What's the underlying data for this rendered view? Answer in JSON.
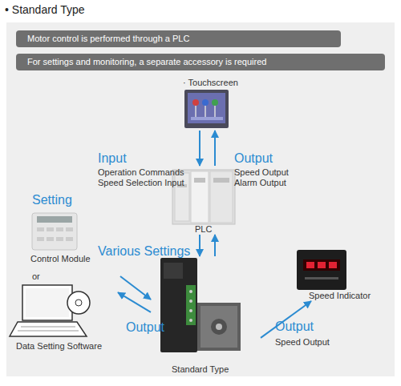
{
  "diagram": {
    "title": "• Standard Type",
    "nodes": [
      {
        "text": [
          "Motor control is performed through a PLC"
        ]
      },
      {
        "text": [
          "For settings and monitoring, a separate accessory is required"
        ]
      },
      {
        "text": [
          "· Touchscreen"
        ]
      },
      {
        "text": [
          "PLC"
        ]
      },
      {
        "text": [
          "Control Module"
        ]
      },
      {
        "text": [
          "Data Setting Software"
        ]
      },
      {
        "text": [
          "Standard Type"
        ]
      },
      {
        "text": [
          "Speed Indicator"
        ]
      }
    ],
    "edges": [
      {
        "from": 2,
        "to": 3,
        "arrow": "to",
        "label": "Input"
      },
      {
        "from": 3,
        "to": 2,
        "arrow": "to",
        "label": "Output"
      },
      {
        "from": 3,
        "to": 6,
        "arrow": "to",
        "label": "Various Settings"
      },
      {
        "from": 6,
        "to": 3,
        "arrow": "to"
      },
      {
        "from": 4,
        "to": 6,
        "arrow": "to"
      },
      {
        "from": 6,
        "to": 5,
        "arrow": "to",
        "label": "Output"
      },
      {
        "from": 6,
        "to": 7,
        "arrow": "to",
        "label": "Output"
      }
    ],
    "labels": [
      "Operation Commands",
      "Speed Selection Input",
      "Speed Output",
      "Alarm Output",
      "Setting",
      "or",
      "Speed Output"
    ]
  }
}
